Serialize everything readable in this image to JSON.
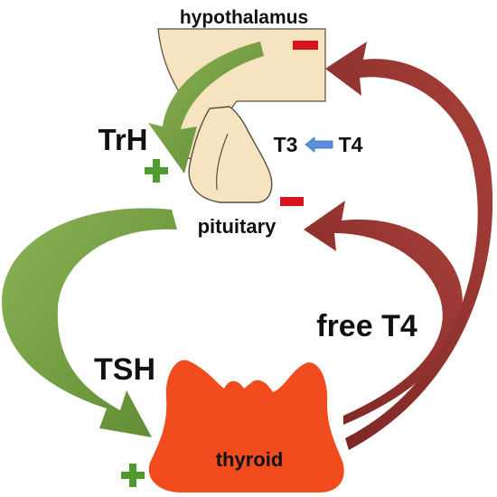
{
  "labels": {
    "hypothalamus": "hypothalamus",
    "pituitary": "pituitary",
    "trh": "TrH",
    "tsh": "TSH",
    "thyroid": "thyroid",
    "free_t4": "free T4",
    "t3": "T3",
    "t4": "T4"
  },
  "signs": {
    "positive": "+",
    "negative": "−"
  },
  "colors": {
    "background": "#ffffff",
    "gland_fill": "#f6e4c1",
    "gland_outline": "#5a4a3a",
    "stimulate_arrow": "#6e9a3c",
    "inhibit_arrow": "#8c2f2b",
    "thyroid": "#f04c1e",
    "plus": "#4f9a2c",
    "minus": "#d6141c",
    "conversion_arrow": "#5b8ed6",
    "text": "#111111"
  }
}
